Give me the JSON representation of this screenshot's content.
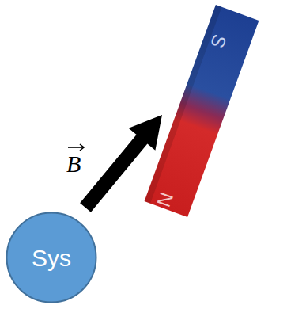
{
  "diagram": {
    "nodes": [
      {
        "text": [
          "Sys"
        ]
      }
    ],
    "labels": [
      "S",
      "N",
      "B"
    ]
  }
}
